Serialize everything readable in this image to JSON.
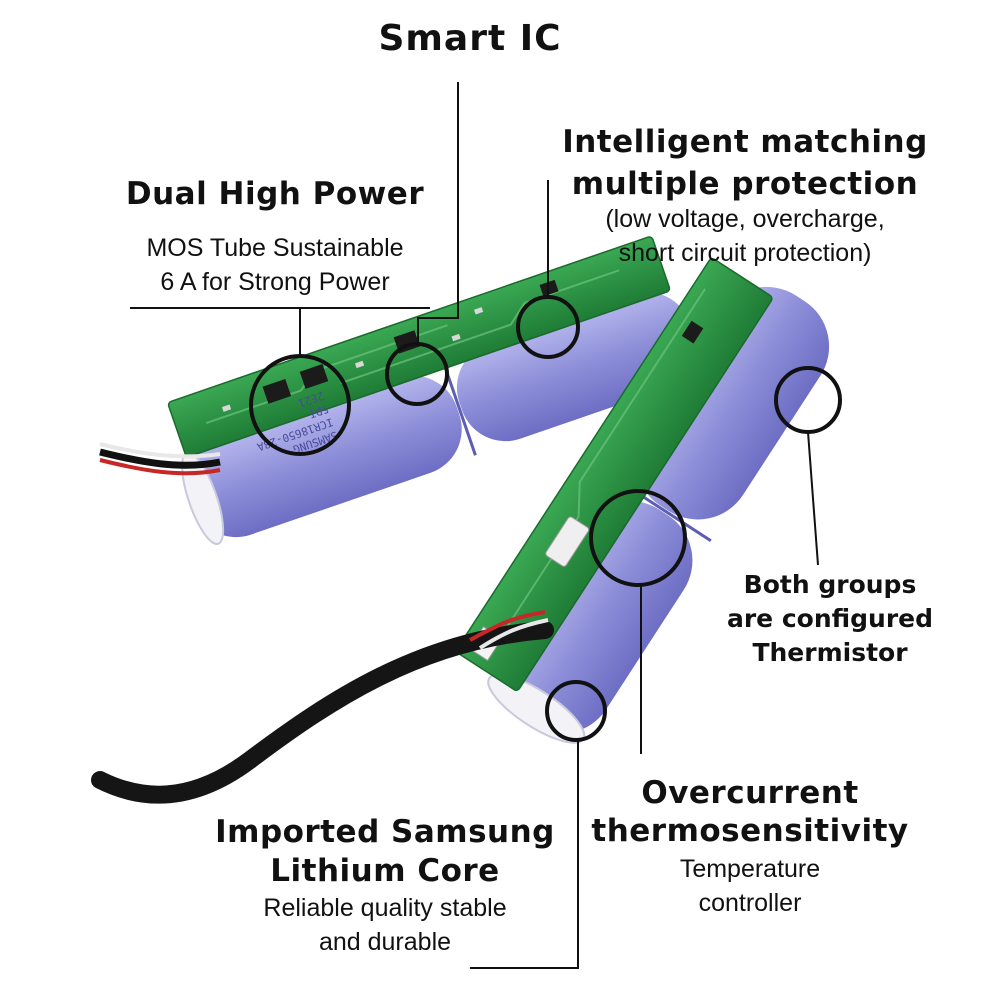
{
  "labels": {
    "smart_ic": "Smart IC",
    "dual_high_power": {
      "title": "Dual High Power",
      "line1": "MOS Tube Sustainable",
      "line2": "6 A for Strong Power"
    },
    "intelligent_matching": {
      "title1": "Intelligent matching",
      "title2": "multiple protection",
      "line1": "(low voltage, overcharge,",
      "line2": "short circuit protection)"
    },
    "thermistor": {
      "line1": "Both groups",
      "line2": "are configured",
      "line3": "Thermistor"
    },
    "overcurrent": {
      "title1": "Overcurrent",
      "title2": "thermosensitivity",
      "line1": "Temperature",
      "line2": "controller"
    },
    "samsung_core": {
      "title1": "Imported Samsung",
      "title2": "Lithium Core",
      "line1": "Reliable quality stable",
      "line2": "and durable"
    }
  },
  "cell_print": {
    "line1": "SAMSUNG",
    "line2": "ICR18650-28A",
    "line3": "5DI",
    "line4": "2E21"
  },
  "colors": {
    "pcb": "#2f9a45",
    "cell": "#8e8fd9",
    "callout_line": "#111111",
    "text": "#111111"
  }
}
